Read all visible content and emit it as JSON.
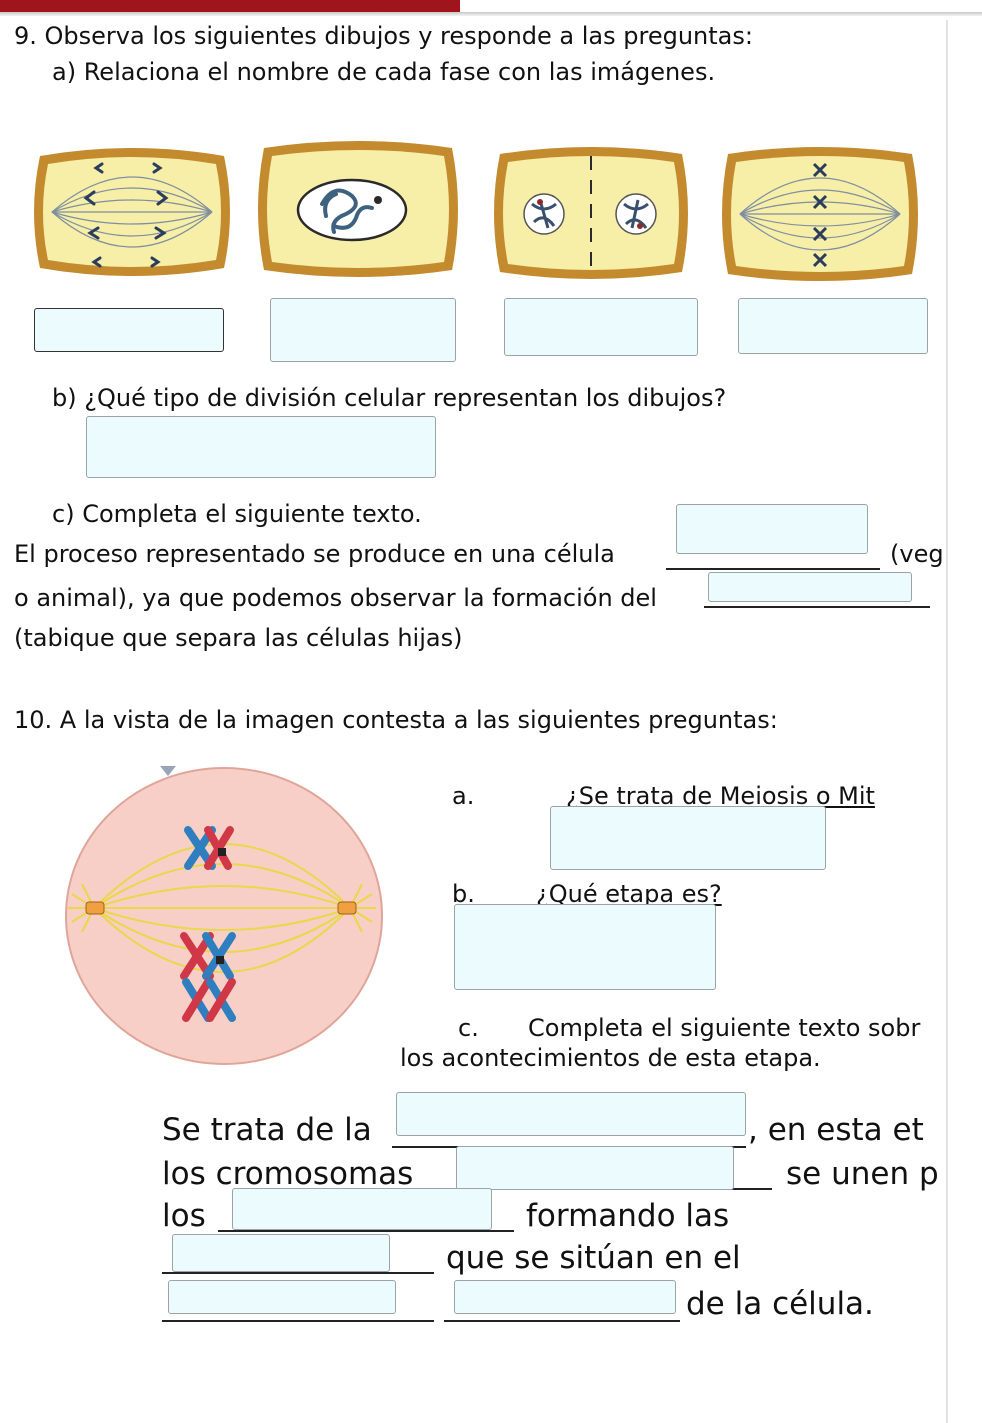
{
  "q9": {
    "title": "9. Observa los siguientes dibujos y responde a las preguntas:",
    "a": "a) Relaciona el nombre de cada fase con las imágenes.",
    "b": "b) ¿Qué tipo de división celular representan los dibujos?",
    "c": "c) Completa el siguiente texto.",
    "c_line1_a": "El proceso representado se produce en una célula",
    "c_line1_b": "(veg",
    "c_line2": "o animal), ya que podemos observar la formación del",
    "c_line3": "(tabique que separa las células hijas)"
  },
  "q10": {
    "title": "10. A la vista de la imagen contesta a las siguientes preguntas:",
    "a_marker": "a.",
    "a_text": "¿Se trata de Meiosis o Mit",
    "b_marker": "b.",
    "b_text": "¿Qué etapa es?",
    "c_marker": "c.",
    "c_text": "Completa el siguiente texto sobr",
    "c_text2": "los acontecimientos de esta etapa.",
    "fill1_a": "Se trata de la",
    "fill1_b": ", en esta et",
    "fill2_a": "los cromosomas",
    "fill2_b": "se unen p",
    "fill3_a": "los",
    "fill3_b": "formando las",
    "fill4": "que se sitúan en el",
    "fill5": "de la célula."
  },
  "colors": {
    "cell_fill": "#f7eea8",
    "cell_wall": "#c48a2e",
    "answer_box": "#ecfbfd",
    "round_cell": "#f8cfc6",
    "spindle": "#e8d84a"
  }
}
